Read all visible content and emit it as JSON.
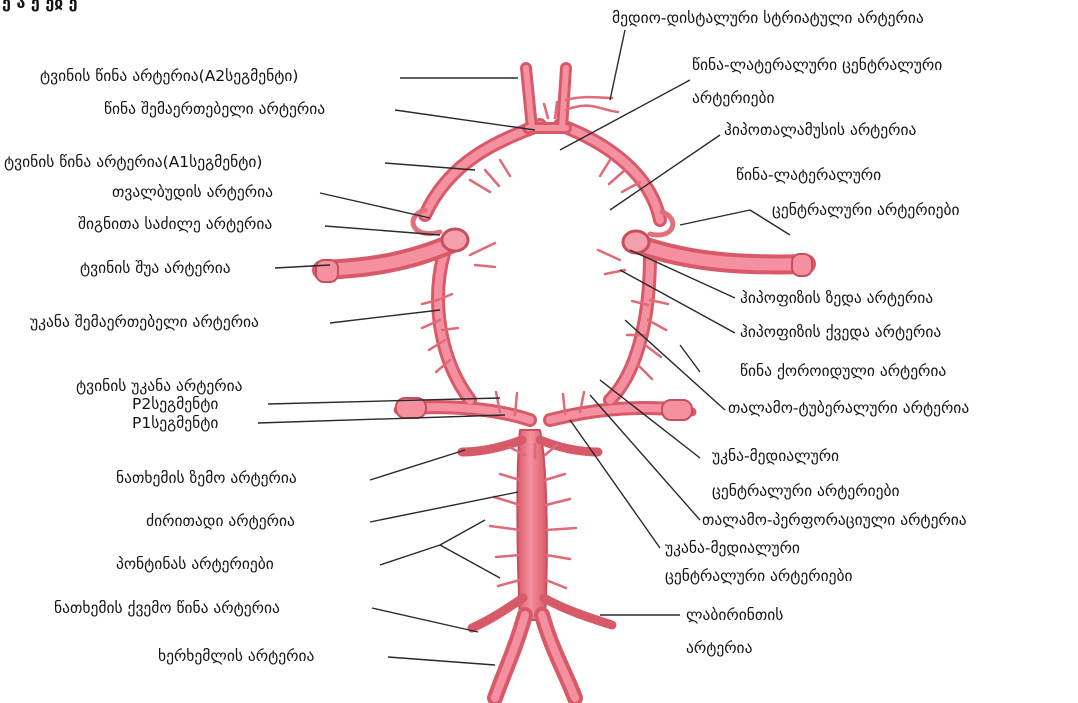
{
  "header_fragment": "—  ",
  "colors": {
    "vessel_fill": "#f0808c",
    "vessel_dark": "#d85a68",
    "vessel_light": "#f7b3bb",
    "leader": "#2a2a2a"
  },
  "labels": {
    "top_medial": "მედიო-დისტალური სტრიატული არტერია",
    "aca_a2": "ტვინის წინა არტერია(A2სეგმენტი)",
    "acom": "წინა შემაერთებელი არტერია",
    "alc_top_1": "წინა-ლატერალური ცენტრალური",
    "alc_top_2": "არტერიები",
    "hypothalamic": "ჰიპოთალამუსის არტერია",
    "aca_a1": "ტვინის წინა არტერია(A1სეგმენტი)",
    "ophthalmic": "თვალბუდის არტერია",
    "alc_right_1": "წინა-ლატერალური",
    "alc_right_2": "ცენტრალური არტერიები",
    "ica": "შიგნითა საძილე არტერია",
    "mca": "ტვინის შუა არტერია",
    "sup_hypophyseal": "ჰიპოფიზის ზედა არტერია",
    "pcom": "უკანა შემაერთებელი არტერია",
    "inf_hypophyseal": "ჰიპოფიზის ქვედა არტერია",
    "ant_choroidal": "წინა ქოროიდული არტერია",
    "pca": "ტვინის უკანა არტერია",
    "thalamo_tuberal": "თალამო-ტუბერალური არტერია",
    "p2": "P2სეგმენტი",
    "p1": "P1სეგმენტი",
    "pmc_1_a": "უკნა-მედიალური",
    "pmc_1_b": "ცენტრალური არტერიები",
    "sca": "ნათხემის ზემო არტერია",
    "thalamo_perf": "თალამო-პერფორაციული არტერია",
    "basilar": "ძირითადი არტერია",
    "pmc_2_a": "უკანა-მედიალური",
    "pmc_2_b": "ცენტრალური არტერიები",
    "pontine": "პონტინას არტერიები",
    "aica": "ნათხემის ქვემო წინა  არტერია",
    "labyrinthine_1": "ლაბირინთის",
    "labyrinthine_2": "არტერია",
    "vertebral": "ხერხემლის არტერია"
  }
}
